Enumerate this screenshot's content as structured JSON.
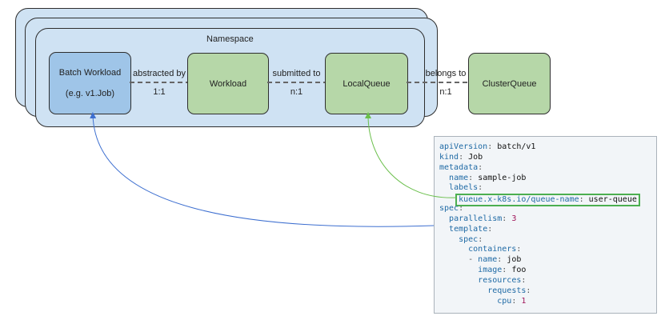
{
  "namespace": {
    "title": "Namespace"
  },
  "nodes": {
    "batch_workload": {
      "line1": "Batch Workload",
      "line2": "(e.g. v1.Job)"
    },
    "workload": {
      "label": "Workload"
    },
    "local_queue": {
      "label": "LocalQueue"
    },
    "cluster_queue": {
      "label": "ClusterQueue"
    }
  },
  "edges": {
    "abstracted": {
      "label": "abstracted by",
      "ratio": "1:1"
    },
    "submitted": {
      "label": "submitted to",
      "ratio": "n:1"
    },
    "belongs": {
      "label": "belongs to",
      "ratio": "n:1"
    }
  },
  "yaml": {
    "apiVersion_key": "apiVersion",
    "apiVersion_val": "batch/v1",
    "kind_key": "kind",
    "kind_val": "Job",
    "metadata_key": "metadata",
    "name_key": "name",
    "name_val": "sample-job",
    "labels_key": "labels",
    "queue_key": "kueue.x-k8s.io/queue-name",
    "queue_val": "user-queue",
    "spec_key": "spec",
    "parallelism_key": "parallelism",
    "parallelism_val": "3",
    "template_key": "template",
    "spec2_key": "spec",
    "containers_key": "containers",
    "cname_key": "name",
    "cname_val": "job",
    "image_key": "image",
    "image_val": "foo",
    "resources_key": "resources",
    "requests_key": "requests",
    "cpu_key": "cpu",
    "cpu_val": "1"
  },
  "colors": {
    "namespace_fill": "#cfe2f3",
    "batch_fill": "#9fc5e8",
    "node_fill": "#b6d7a8",
    "blue_arrow": "#3d6fd0",
    "green_arrow": "#6abf4b",
    "highlight_border": "#4caf50"
  }
}
